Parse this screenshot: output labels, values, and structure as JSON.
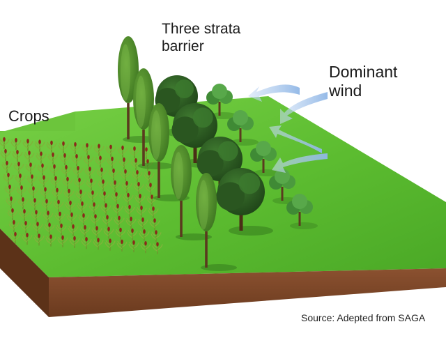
{
  "labels": {
    "crops": "Crops",
    "barrier_line1": "Three strata",
    "barrier_line2": "barrier",
    "wind_line1": "Dominant",
    "wind_line2": "wind",
    "source": "Source: Adepted from SAGA"
  },
  "colors": {
    "ground_top": "#5fbe32",
    "ground_top_light": "#7cd44a",
    "soil_front": "#7a4526",
    "soil_side": "#5c3218",
    "tall_tree": "#4f8f2a",
    "round_tree": "#2f5f25",
    "small_tree": "#3f8a35",
    "crop": "#6c9a2e",
    "crop_head": "#8a2a1a",
    "wind_arrow": "#a9c8ec"
  },
  "icons": [
    "crop-plant-icon",
    "poplar-tree-icon",
    "broadleaf-tree-icon",
    "shrub-tree-icon",
    "wind-arrow-icon"
  ]
}
